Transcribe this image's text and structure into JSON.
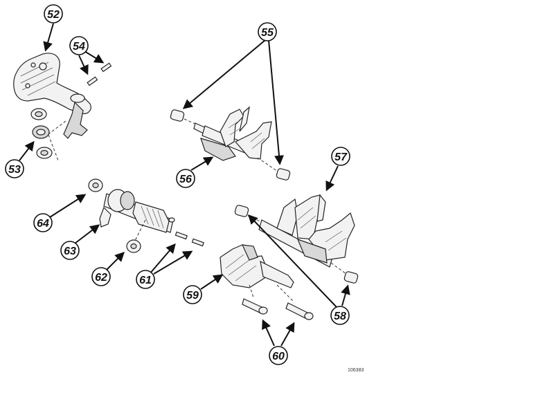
{
  "callouts": {
    "c52": "52",
    "c53": "53",
    "c54": "54",
    "c55": "55",
    "c56": "56",
    "c57": "57",
    "c58": "58",
    "c59": "59",
    "c60": "60",
    "c61": "61",
    "c62": "62",
    "c63": "63",
    "c64": "64"
  },
  "reference_number": "106383"
}
